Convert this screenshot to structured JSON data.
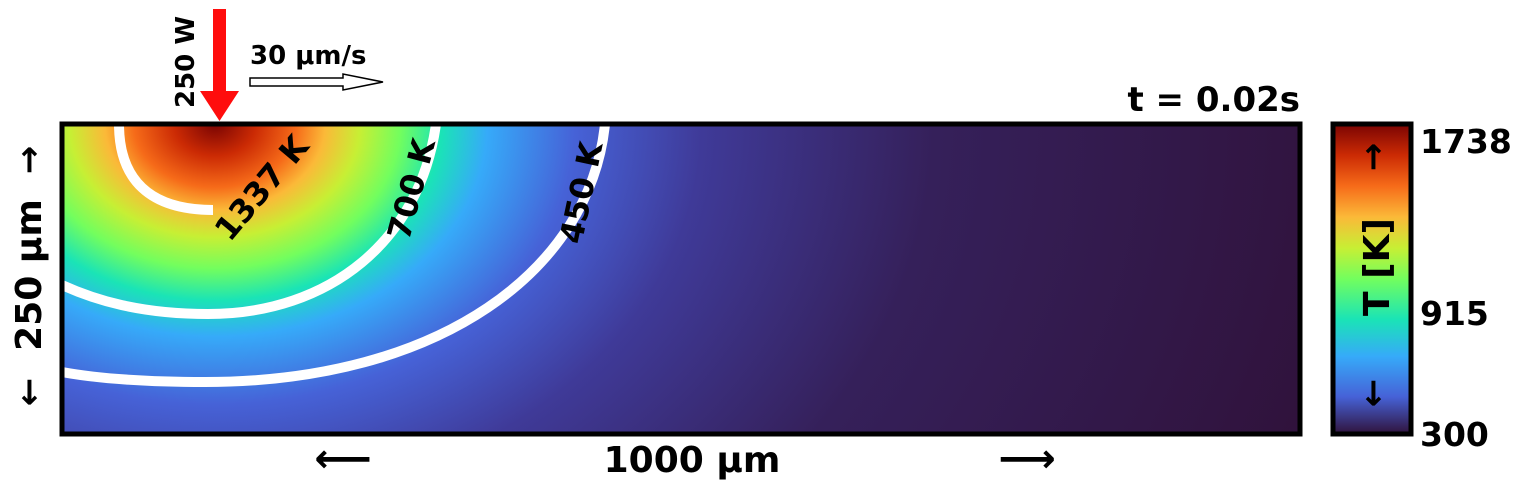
{
  "time_label": "t = 0.02s",
  "laser": {
    "power_label": "250 W",
    "speed_label": "30 μm/s",
    "arrow_color": "#ff0d0d"
  },
  "domain": {
    "width_label": "1000 μm",
    "depth_label": "250 μm",
    "arrow_left": "⟵",
    "arrow_right": "⟶",
    "arrow_up": "→",
    "arrow_down": "←"
  },
  "contours": [
    {
      "label": "1337 K",
      "value": 1337
    },
    {
      "label": "700 K",
      "value": 700
    },
    {
      "label": "450 K",
      "value": 450
    }
  ],
  "colorbar": {
    "title": "T [K]",
    "arrow_up": "→",
    "arrow_down": "←",
    "tick_labels": [
      "1738",
      "915",
      "300"
    ],
    "min": 300,
    "max": 1738,
    "colormap": "turbo",
    "stops": [
      "#30123b",
      "#4662d7",
      "#36aaf9",
      "#1ae4b6",
      "#72fe5e",
      "#c7ef34",
      "#fabA39",
      "#f66b19",
      "#cb2a04",
      "#7a0403"
    ]
  }
}
